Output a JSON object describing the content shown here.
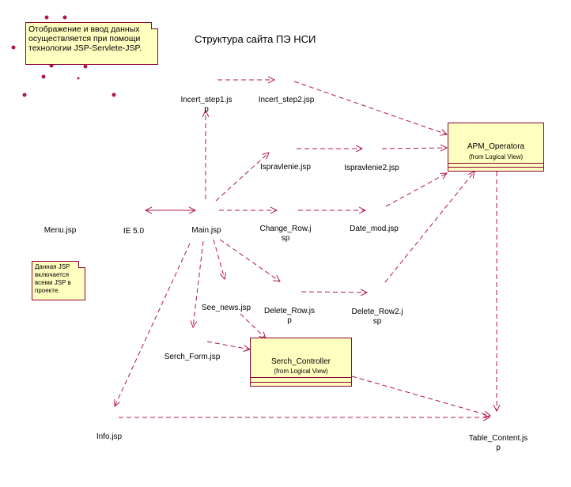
{
  "title": "Структура сайта ПЭ НСИ",
  "notes": {
    "top": "Отображение и ввод данных осуществляется при помощи технологии JSP-Servlete-JSP.",
    "menu": "Данная JSP включается всеми JSP в проекте."
  },
  "nodes": {
    "incert_step1": "Incert_step1.js\np",
    "incert_step2": "Incert_step2.jsp",
    "ispravlenie": "Ispravlenie.jsp",
    "ispravlenie2": "Ispravlenie2.jsp",
    "menu": "Menu.jsp",
    "ie5": "IE 5.0",
    "main": "Main.jsp",
    "change_row": "Change_Row.j\nsp",
    "date_mod": "Date_mod.jsp",
    "see_news": "See_news.jsp",
    "delete_row": "Delete_Row.js\np",
    "delete_row2": "Delete_Row2.j\nsp",
    "serch_form": "Serch_Form.jsp",
    "info": "Info.jsp",
    "table_content": "Table_Content.js\np"
  },
  "classes": {
    "apm": {
      "name": "APM_Operatora",
      "stereo": "(from Logical View)"
    },
    "serch": {
      "name": "Serch_Controller",
      "stereo": "(from Logical View)"
    }
  },
  "colors": {
    "line": "#b0184a",
    "border": "#8b0038",
    "fill": "#ffffc0"
  }
}
